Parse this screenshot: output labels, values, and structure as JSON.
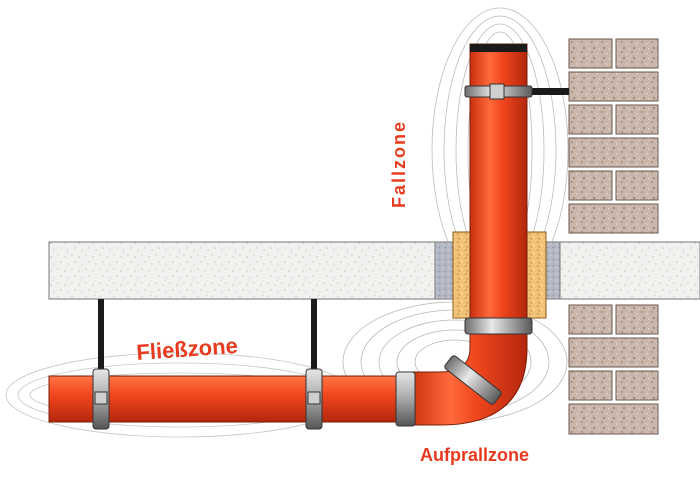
{
  "labels": {
    "fallzone": "Fallzone",
    "fliesszone": "Fließzone",
    "aufprallzone": "Aufprallzone"
  },
  "colors": {
    "pipe": "#f2481f",
    "pipe_highlight": "#ff8a5c",
    "pipe_shadow": "#b3260c",
    "label": "#e83a1e",
    "slab": "#f1f1ef",
    "brick": "#c9b7ac",
    "mortar": "#ffffff",
    "insulation": "#f0c27a",
    "coupling": "#9c9c9c",
    "bracket": "#1a1a1a"
  }
}
